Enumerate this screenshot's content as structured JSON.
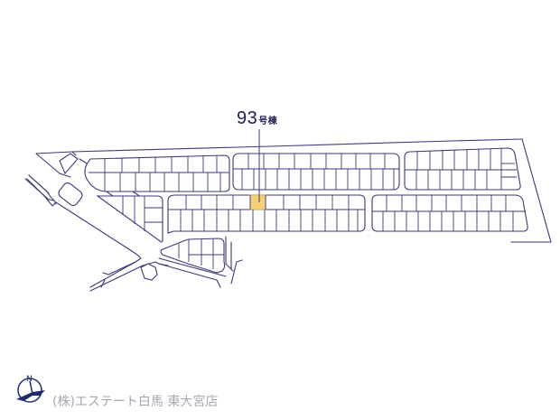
{
  "map": {
    "highlighted_lot": {
      "number": "93",
      "suffix": "号棟",
      "fill_color": "#f5cf7a"
    },
    "line_color": "#3a3a78",
    "compass": {
      "icon": "north-compass-icon",
      "label": "N"
    }
  },
  "footer": {
    "company": "(株)エステート白馬 東大宮店"
  }
}
